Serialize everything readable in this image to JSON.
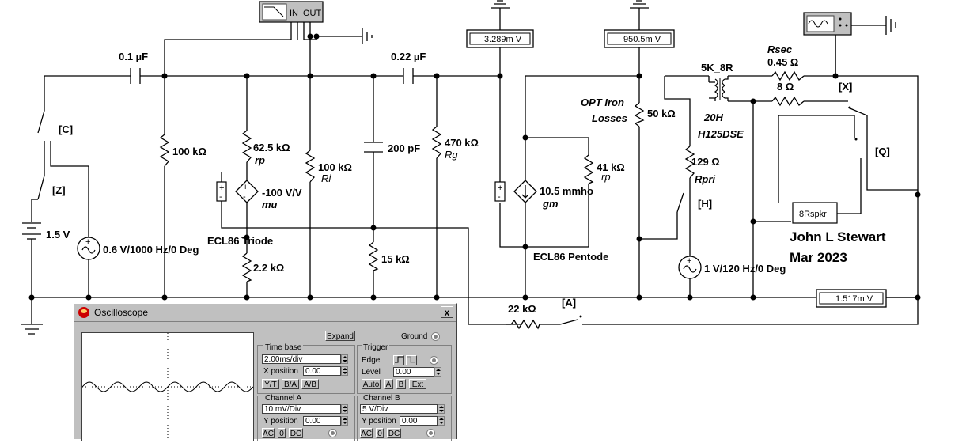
{
  "components": {
    "c1": "0.1 µF",
    "c2": "0.22 µF",
    "c3": "200 pF",
    "r_100k_left": "100 kΩ",
    "rp_value": "62.5 kΩ",
    "rp_name": "rp",
    "ri_value": "100 kΩ",
    "ri_name": "Ri",
    "rg_value": "470 kΩ",
    "rg_name": "Rg",
    "mu_value": "-100 V/V",
    "mu_name": "mu",
    "r_2k2": "2.2 kΩ",
    "r_15k": "15 kΩ",
    "triode_label": "ECL86 Triode",
    "pentode_label": "ECL86 Pentode",
    "gm_value": "10.5 mmho",
    "gm_name": "gm",
    "rp2_value": "41 kΩ",
    "rp2_name": "rp",
    "iron_losses": [
      "OPT Iron",
      "Losses"
    ],
    "r_50k": "50 kΩ",
    "transformer": "5K_8R",
    "opt_model": [
      "20H",
      "H125DSE"
    ],
    "rpri_value": "129 Ω",
    "rpri_name": "Rpri",
    "rsec_name": "Rsec",
    "rsec_value": "0.45 Ω",
    "r_8ohm": "8 Ω",
    "speaker": "8Rspkr",
    "battery": "1.5 V",
    "source1": "0.6 V/1000 Hz/0 Deg",
    "source2": "1 V/120 Hz/0 Deg",
    "r_22k": "22 kΩ",
    "author": "John L Stewart",
    "date": "Mar 2023"
  },
  "switches": {
    "c": "[C]",
    "z": "[Z]",
    "h": "[H]",
    "q": "[Q]",
    "x": "[X]",
    "a": "[A]"
  },
  "meters": {
    "m1": "3.289m V",
    "m2": "950.5m V",
    "m3": "1.517m V"
  },
  "bode": {
    "in": "IN",
    "out": "OUT"
  },
  "oscilloscope": {
    "title": "Oscilloscope",
    "close": "x",
    "expand": "Expand",
    "ground": "Ground",
    "timebase": {
      "label": "Time base",
      "value": "2.00ms/div",
      "xpos_label": "X position",
      "xpos_value": "0.00",
      "modes": [
        "Y/T",
        "B/A",
        "A/B"
      ]
    },
    "trigger": {
      "label": "Trigger",
      "edge_label": "Edge",
      "level_label": "Level",
      "level_value": "0.00",
      "sources": [
        "Auto",
        "A",
        "B",
        "Ext"
      ]
    },
    "channel_a": {
      "label": "Channel A",
      "value": "10 mV/Div",
      "ypos_label": "Y position",
      "ypos_value": "0.00",
      "coupling": [
        "AC",
        "0",
        "DC"
      ]
    },
    "channel_b": {
      "label": "Channel B",
      "value": "5  V/Div",
      "ypos_label": "Y position",
      "ypos_value": "0.00",
      "coupling": [
        "AC",
        "0",
        "DC"
      ]
    },
    "waveform": {
      "type": "sine",
      "cycles": 6,
      "amplitude_div": 0.35
    }
  }
}
